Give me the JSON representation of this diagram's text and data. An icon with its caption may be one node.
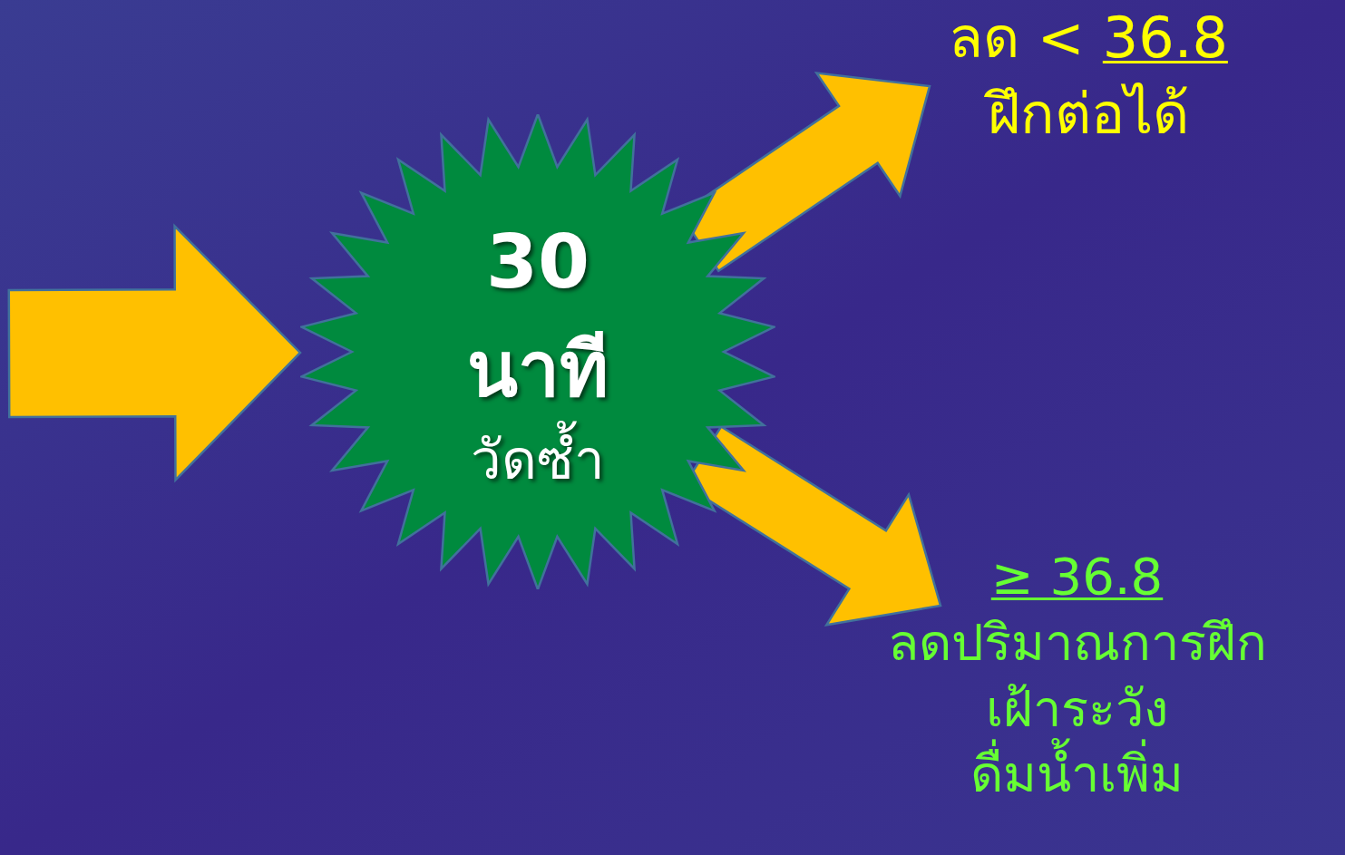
{
  "diagram": {
    "nodes": [
      {
        "text": [
          "30 นาที",
          "วัดซ้ำ"
        ]
      },
      {
        "text": [
          "ลด <",
          "36.8",
          "ฝึกต่อได้"
        ]
      },
      {
        "text": [
          "≥ 36.8",
          "ลดปริมาณการฝึก",
          "เฝ้าระวัง",
          "ดื่มน้ำเพิ่ม"
        ]
      }
    ],
    "edges": [
      {
        "from": null,
        "to": 0,
        "arrow": "to"
      },
      {
        "from": 0,
        "to": 1,
        "arrow": "to"
      },
      {
        "from": 0,
        "to": 2,
        "arrow": "to"
      }
    ]
  }
}
